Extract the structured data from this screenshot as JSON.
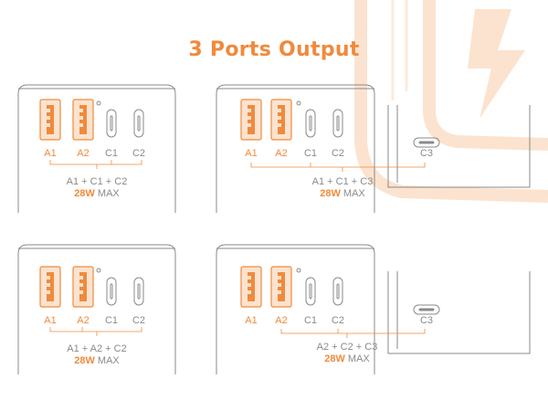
{
  "title": "3 Ports Output",
  "colors": {
    "accent": "#f08a3c",
    "line": "#8a8a8a",
    "bg_art": "#fbe7d6"
  },
  "panels": [
    {
      "ports": [
        "A1",
        "A2",
        "C1",
        "C2"
      ],
      "combo": "A1 + C1 + C2",
      "watt": "28W",
      "max": "MAX",
      "has_c3": false
    },
    {
      "ports": [
        "A1",
        "A2",
        "C1",
        "C2"
      ],
      "c3": "C3",
      "combo": "A1 + C1 + C3",
      "watt": "28W",
      "max": "MAX",
      "has_c3": true
    },
    {
      "ports": [
        "A1",
        "A2",
        "C1",
        "C2"
      ],
      "combo": "A1 + A2 + C2",
      "watt": "28W",
      "max": "MAX",
      "has_c3": false
    },
    {
      "ports": [
        "A1",
        "A2",
        "C1",
        "C2"
      ],
      "c3": "C3",
      "combo": "A2 + C2 + C3",
      "watt": "28W",
      "max": "MAX",
      "has_c3": true
    }
  ]
}
